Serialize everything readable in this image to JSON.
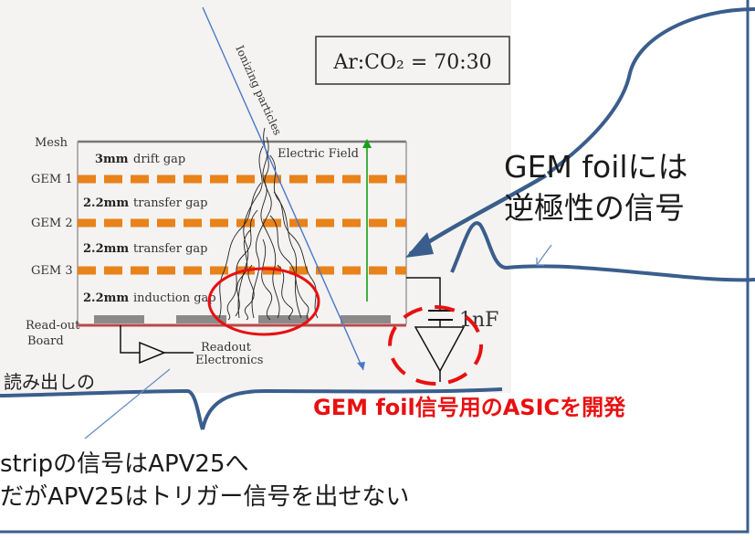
{
  "figure": {
    "gas_label": "Ar:CO₂ = 70:30",
    "layers": {
      "mesh": "Mesh",
      "gem1": "GEM 1",
      "gem2": "GEM 2",
      "gem3": "GEM 3",
      "readout_board_1": "Read-out",
      "readout_board_2": "Board"
    },
    "gaps": {
      "drift": {
        "size": "3mm",
        "name": "drift gap"
      },
      "transfer1": {
        "size": "2.2mm",
        "name": "transfer gap"
      },
      "transfer2": {
        "size": "2.2mm",
        "name": "transfer gap"
      },
      "induction": {
        "size": "2.2mm",
        "name": "induction gap"
      }
    },
    "ionizing_label": "Ionizing particles",
    "field_label": "Electric Field",
    "capacitor_label": "1nF",
    "electronics_label_1": "Readout",
    "electronics_label_2": "Electronics",
    "cut_text": "読み出しの"
  },
  "callouts": {
    "gem_foil_line1": "GEM foilには",
    "gem_foil_line2": "逆極性の信号",
    "asic": "GEM foil信号用のASICを開発",
    "strip_line1": "stripの信号はAPV25へ",
    "strip_line2": "だがAPV25はトリガー信号を出せない"
  },
  "colors": {
    "gem_dash": "#e8821a",
    "ellipse": "#e81010",
    "callout_line": "#3a5e8c",
    "field_arrow": "#18a018",
    "particle": "#4a78c8"
  }
}
